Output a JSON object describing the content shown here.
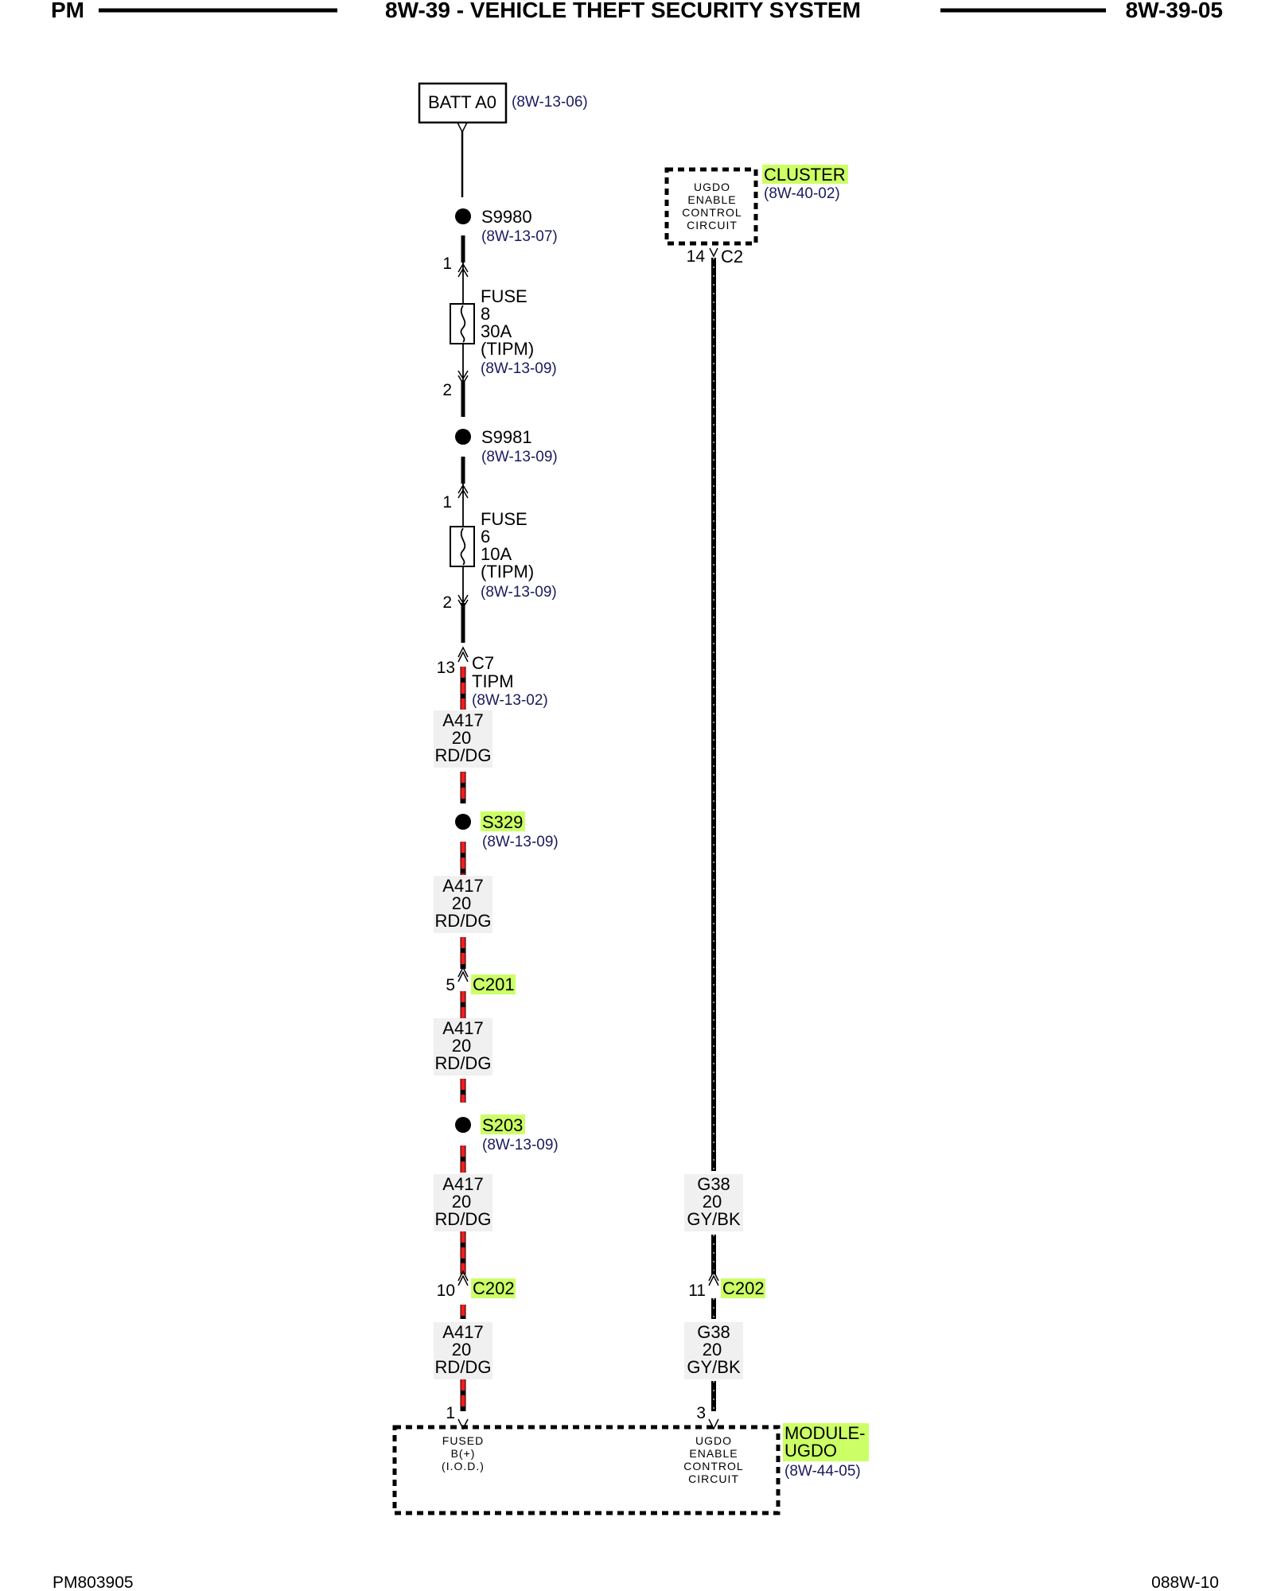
{
  "header": {
    "left": "PM",
    "title": "8W-39 - VEHICLE THEFT SECURITY SYSTEM",
    "page": "8W-39-05"
  },
  "footer": {
    "left": "PM803905",
    "right": "088W-10"
  },
  "colors": {
    "highlight": "#ccff66",
    "wire_red": "#ff1a1a",
    "reference": "#1a1a5e"
  },
  "batt": {
    "label": "BATT A0",
    "ref": "(8W-13-06)"
  },
  "splice_s9980": {
    "name": "S9980",
    "ref": "(8W-13-07)"
  },
  "fuse8": {
    "pin_top": "1",
    "pin_bottom": "2",
    "lines": [
      "FUSE",
      "8",
      "30A",
      "(TIPM)"
    ],
    "ref": "(8W-13-09)"
  },
  "splice_s9981": {
    "name": "S9981",
    "ref": "(8W-13-09)"
  },
  "fuse6": {
    "pin_top": "1",
    "pin_bottom": "2",
    "lines": [
      "FUSE",
      "6",
      "10A",
      "(TIPM)"
    ],
    "ref": "(8W-13-09)"
  },
  "conn_c7": {
    "pin": "13",
    "name": "C7",
    "sub": "TIPM",
    "ref": "(8W-13-02)"
  },
  "wire_a417": [
    "A417",
    "20",
    "RD/DG"
  ],
  "splice_s329": {
    "name": "S329",
    "ref": "(8W-13-09)"
  },
  "conn_c201": {
    "pin": "5",
    "name": "C201"
  },
  "splice_s203": {
    "name": "S203",
    "ref": "(8W-13-09)"
  },
  "conn_c202_left": {
    "pin": "10",
    "name": "C202"
  },
  "cluster": {
    "name": "CLUSTER",
    "ref": "(8W-40-02)",
    "box_lines": [
      "UGDO",
      "ENABLE",
      "CONTROL",
      "CIRCUIT"
    ],
    "pin": "14",
    "connector": "C2"
  },
  "wire_g38": [
    "G38",
    "20",
    "GY/BK"
  ],
  "conn_c202_right": {
    "pin": "11",
    "name": "C202"
  },
  "module": {
    "name_lines": [
      "MODULE-",
      "UGDO"
    ],
    "ref": "(8W-44-05)",
    "left_pin": "1",
    "left_lines": [
      "FUSED",
      "B(+)",
      "(I.O.D.)"
    ],
    "right_pin": "3",
    "right_lines": [
      "UGDO",
      "ENABLE",
      "CONTROL",
      "CIRCUIT"
    ]
  }
}
